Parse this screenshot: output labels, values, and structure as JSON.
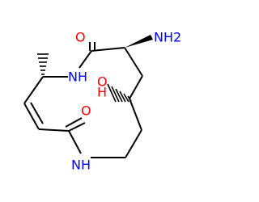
{
  "molecule": {
    "atoms": {
      "carbonyl_top_o": "O",
      "amine": "NH2",
      "amide_top_n": "NH",
      "hydroxyl": "O",
      "hydroxyl_h": "H",
      "carbonyl_bottom_o": "O",
      "amide_bottom_n": "NH"
    },
    "colors": {
      "bond": "#000000",
      "oxygen": "#ff0000",
      "nitrogen": "#0000ff"
    }
  }
}
